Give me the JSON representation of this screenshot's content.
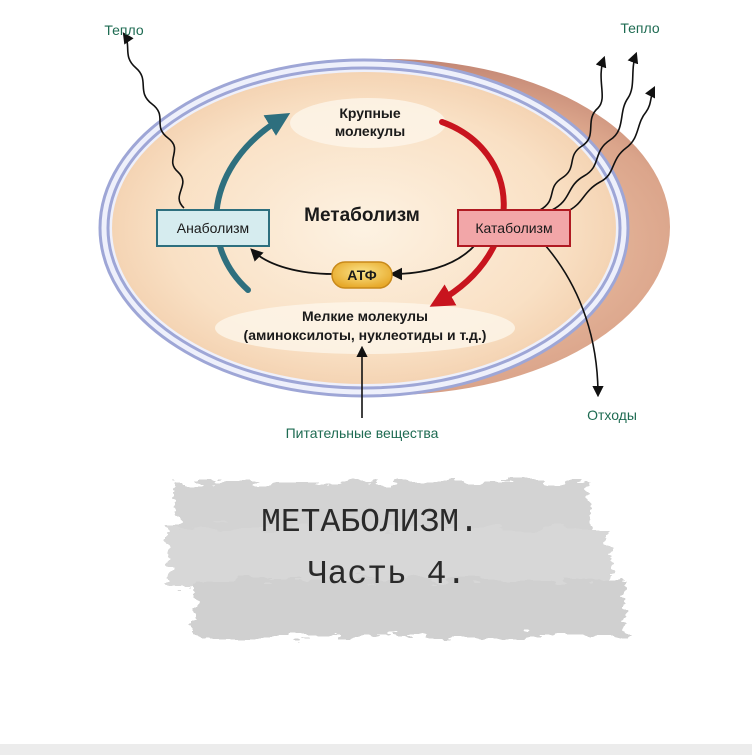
{
  "diagram": {
    "center_title": "Метаболизм",
    "large_molecules": [
      "Крупные",
      "молекулы"
    ],
    "small_molecules": [
      "Мелкие молекулы",
      "(аминоксилоты, нуклеотиды и т.д.)"
    ],
    "atp": "АТФ",
    "anabolism": "Анаболизм",
    "catabolism": "Катаболизм",
    "heat_left": "Тепло",
    "heat_right": "Тепло",
    "waste": "Отходы",
    "nutrients": "Питательные вещества",
    "colors": {
      "cell_outer": "#d9a28c",
      "cell_inner": "#f8dfc3",
      "membrane": "#a8aed8",
      "anabolism_arrow": "#2e6f7e",
      "catabolism_arrow": "#c8141e",
      "anabolism_box": "#d6ecef",
      "catabolism_box": "#f2a6a8",
      "atp": "#f2c443",
      "label_green": "#1e6b52"
    }
  },
  "caption": {
    "line1": "МЕТАБОЛИЗМ.",
    "line2": "Часть 4."
  }
}
